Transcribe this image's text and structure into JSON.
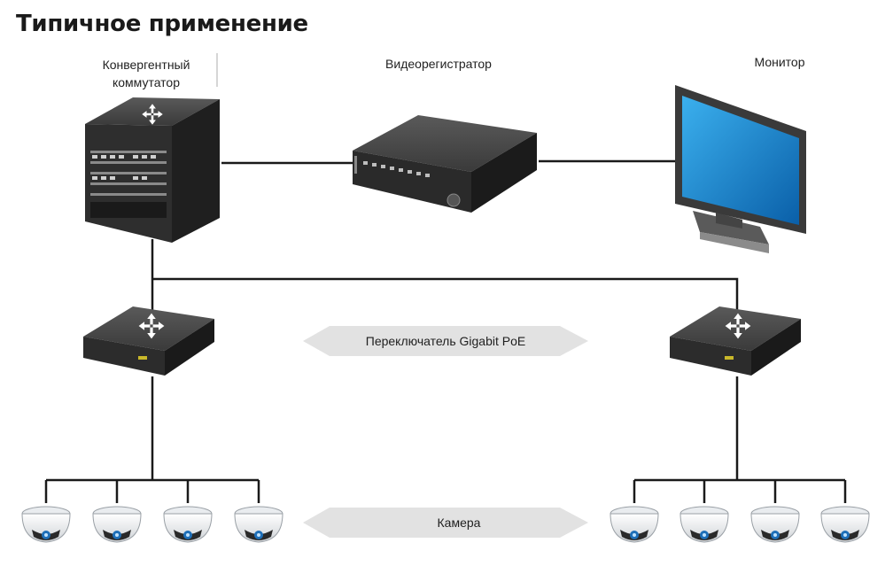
{
  "title": "Типичное применение",
  "nodes": {
    "core_switch": "Конвергентный коммутатор",
    "nvr": "Видеорегистратор",
    "monitor": "Монитор"
  },
  "labels": {
    "poe_switch": "Переключатель Gigabit PoE",
    "camera": "Камера"
  },
  "colors": {
    "line": "#1a1a1a",
    "device_dark": "#2b2b2b",
    "screen": "#1e8fd6",
    "arrow_fill": "#e2e2e2"
  }
}
